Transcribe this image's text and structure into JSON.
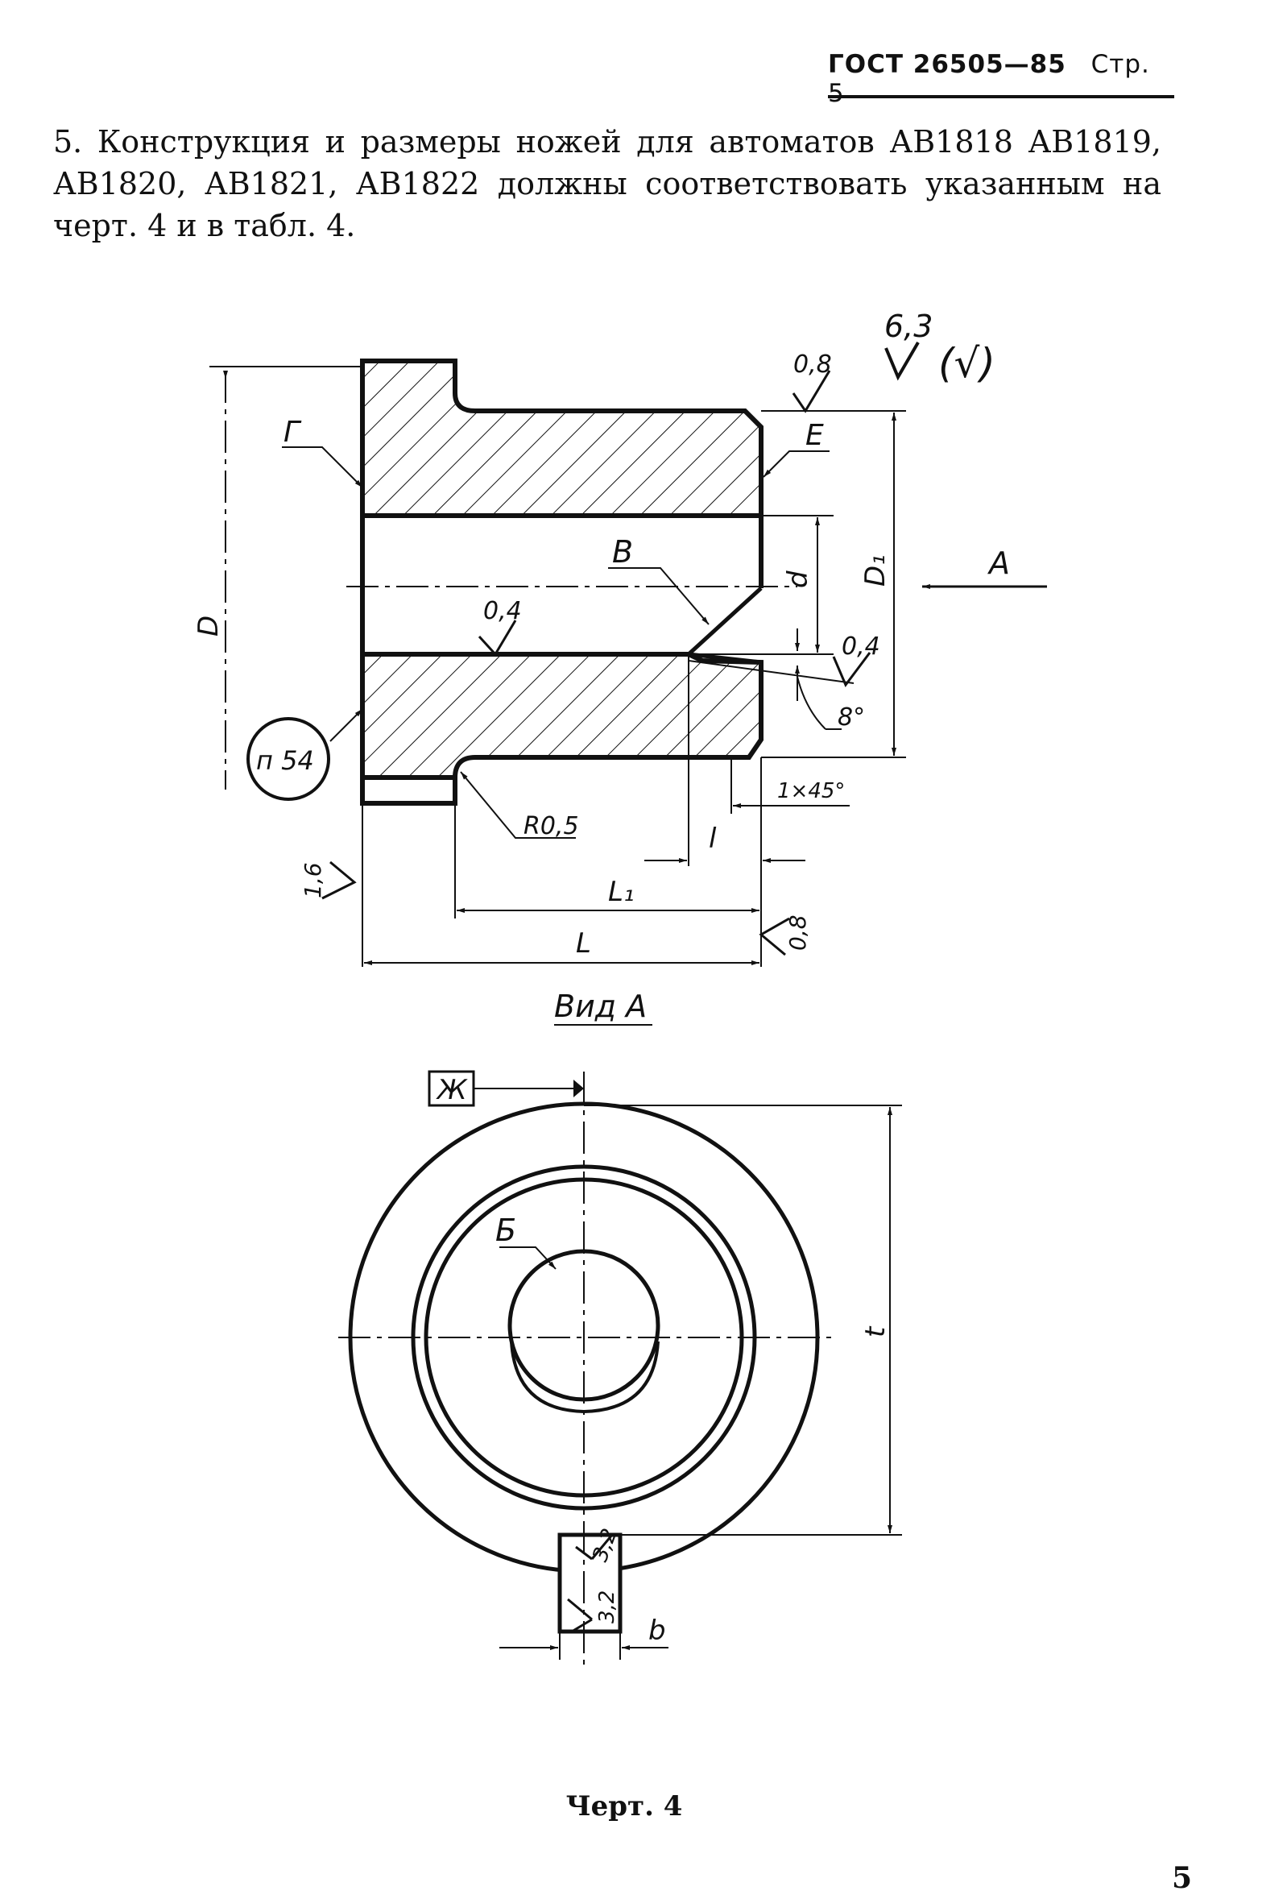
{
  "header": {
    "standard": "ГОСТ 26505—85",
    "page_ref": "Стр. 5"
  },
  "intro_text": "5. Конструкция и размеры ножей для автоматов АВ1818 АВ1819, АВ1820, АВ1821, АВ1822 должны соответствовать указанным на черт. 4 и в табл. 4.",
  "drawing": {
    "roughness_general": "6,3",
    "roughness_bracket": "(√)",
    "labels": {
      "G": "Г",
      "E": "Е",
      "V": "В",
      "A": "А",
      "D": "D",
      "D1": "D₁",
      "d": "d",
      "l": "l",
      "L1": "L₁",
      "L": "L",
      "b": "b",
      "B": "Б",
      "Zh": "Ж",
      "t": "t",
      "view_a": "Вид А",
      "hardness": "п 54",
      "radius": "R0,5",
      "chamfer": "1×45°",
      "angle": "8°"
    },
    "roughness": {
      "top_right": "0,8",
      "bore": "0,4",
      "cone": "0,4",
      "left_face": "1,6",
      "right_face": "0,8",
      "key_left": "3,2",
      "key_right": "3,2"
    }
  },
  "caption": "Черт. 4",
  "page_number": "5"
}
